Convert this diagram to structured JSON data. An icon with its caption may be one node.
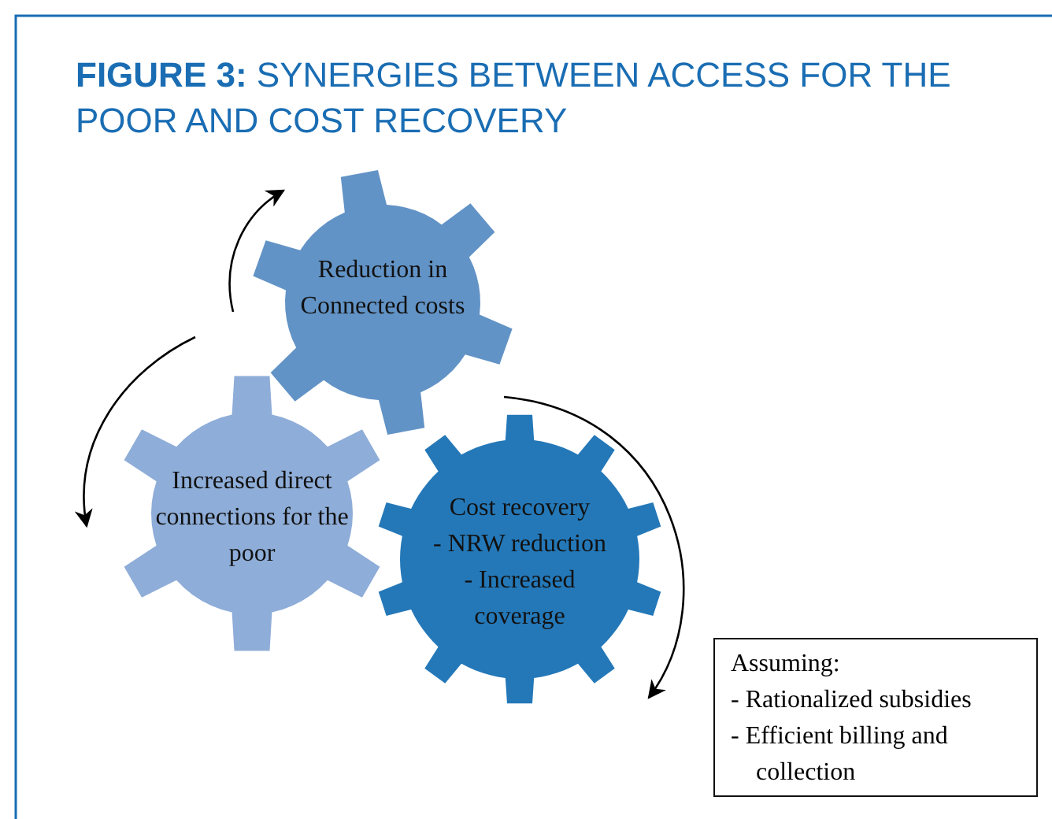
{
  "diagram": {
    "title": "**FIGURE 3:** SYNERGIES BETWEEN ACCESS FOR THE POOR AND COST RECOVERY",
    "nodes": [
      {
        "text": [
          "Reduction in Connected costs"
        ]
      },
      {
        "text": [
          "Increased direct connections for the poor"
        ]
      },
      {
        "text": [
          "Cost recovery",
          "- NRW reduction",
          "- Increased coverage"
        ]
      },
      {
        "text": [
          "Assuming:",
          "- Rationalized subsidies",
          "- Efficient billing and collection"
        ]
      }
    ]
  }
}
